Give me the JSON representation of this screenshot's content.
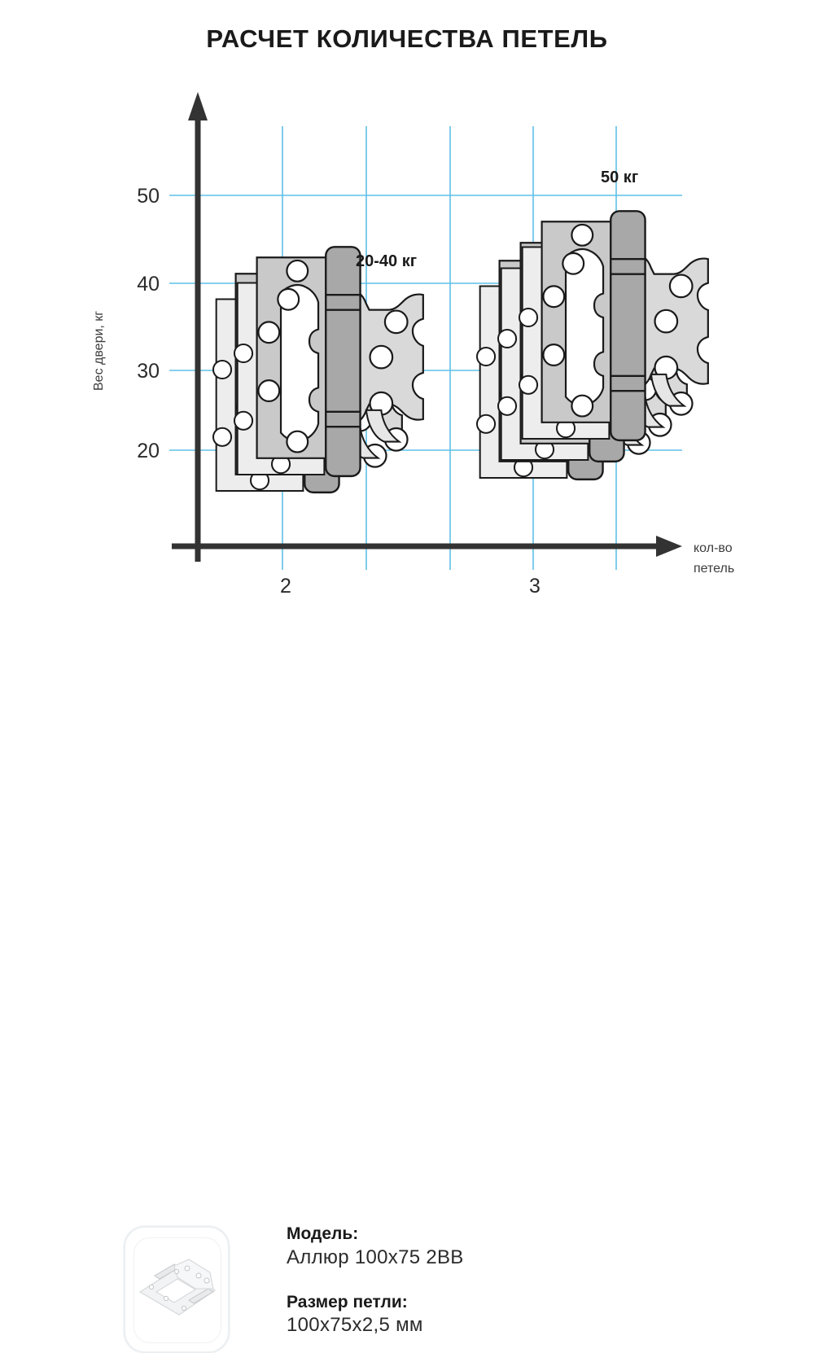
{
  "title": "РАСЧЕТ КОЛИЧЕСТВА ПЕТЕЛЬ",
  "chart_data": {
    "type": "bar",
    "title": "РАСЧЕТ КОЛИЧЕСТВА ПЕТЕЛЬ",
    "xlabel_line1": "кол-во",
    "xlabel_line2": "петель",
    "ylabel": "Вес двери, кг",
    "categories": [
      "2",
      "3"
    ],
    "x_tick_labels": [
      "2",
      "3"
    ],
    "y_tick_labels": [
      "20",
      "30",
      "40",
      "50"
    ],
    "y_ticks": [
      20,
      30,
      40,
      50
    ],
    "ylim": [
      10,
      57
    ],
    "grid": true,
    "legend": "none",
    "series": [
      {
        "name": "Вес двери, кг",
        "values": [
          40,
          50
        ],
        "value_labels": [
          "20-40 кг",
          "50 кг"
        ]
      }
    ],
    "annotations": [
      {
        "text": "20-40 кг",
        "category": "2",
        "value": 41
      },
      {
        "text": "50 кг",
        "category": "3",
        "value": 52
      }
    ],
    "marker_type": "hinge-illustration",
    "marker_counts": [
      2,
      3
    ]
  },
  "axis": {
    "y_label": "Вес двери, кг",
    "y_ticks": [
      "50",
      "40",
      "30",
      "20"
    ],
    "x_ticks": [
      "2",
      "3"
    ],
    "x_label_line1": "кол-во",
    "x_label_line2": "петель"
  },
  "callouts": {
    "group2": "20-40 кг",
    "group3": "50 кг"
  },
  "footer": {
    "model_label": "Модель:",
    "model_value": "Аллюр 100х75 2ВВ",
    "size_label": "Размер петли:",
    "size_value": "100х75х2,5 мм"
  },
  "colors": {
    "grid": "#5fc0e8",
    "axis": "#333333",
    "hinge_front": "#c9c9c9",
    "hinge_back": "#ededed",
    "hinge_outline": "#1a1a1a",
    "text": "#1a1a1a"
  }
}
